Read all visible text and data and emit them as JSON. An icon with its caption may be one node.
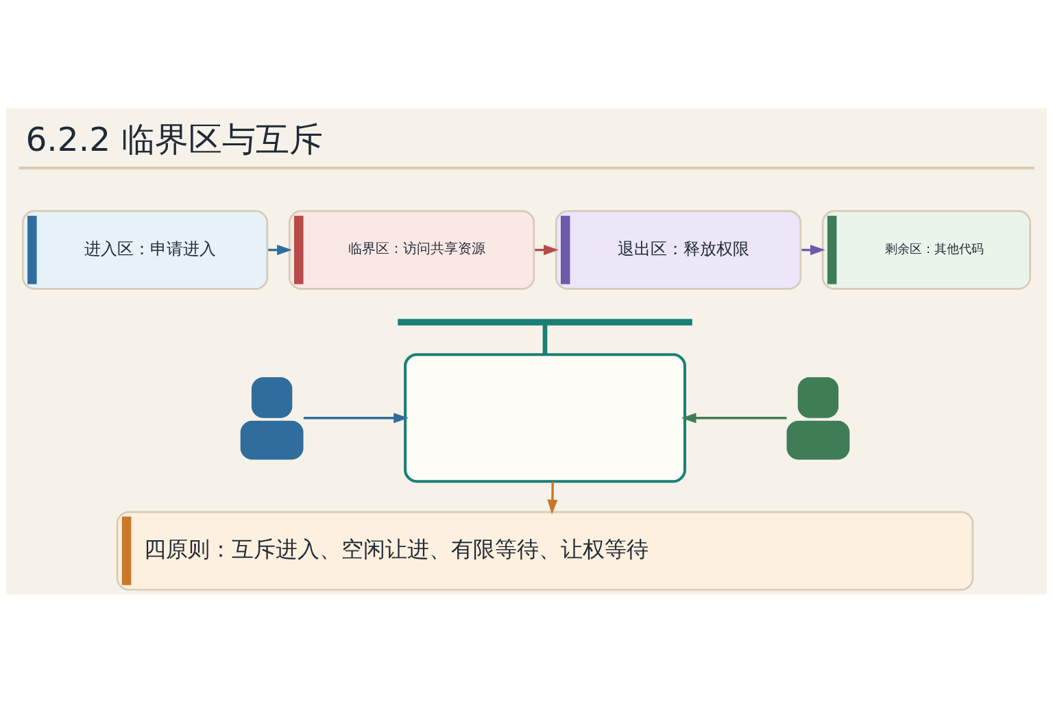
{
  "diagram": {
    "title": "6.2.2 临界区与互斥",
    "nodes": [
      {
        "text": [
          "进入区：申请进入"
        ]
      },
      {
        "text": [
          "临界区：访问共享资源"
        ]
      },
      {
        "text": [
          "退出区：释放权限"
        ]
      },
      {
        "text": [
          "剩余区：其他代码"
        ]
      },
      {
        "text": [],
        "shape": "bar"
      },
      {
        "text": [],
        "shape": "person"
      },
      {
        "text": [],
        "shape": "box"
      },
      {
        "text": [],
        "shape": "person"
      },
      {
        "text": [
          "四原则：互斥进入、空闲让进、有限等待、让权等待"
        ]
      }
    ],
    "edges": [
      {
        "from": 0,
        "to": 1,
        "arrow": "to",
        "color": "#2f6d9c"
      },
      {
        "from": 1,
        "to": 2,
        "arrow": "to",
        "color": "#b84a4a"
      },
      {
        "from": 2,
        "to": 3,
        "arrow": "to",
        "color": "#6d5aa8"
      },
      {
        "from": 4,
        "to": 6,
        "arrow": "none",
        "style": "thick",
        "color": "#1a7f74"
      },
      {
        "from": 5,
        "to": 6,
        "arrow": "to",
        "color": "#2f6d9c"
      },
      {
        "from": 7,
        "to": 6,
        "arrow": "to",
        "color": "#3f7d56"
      },
      {
        "from": 6,
        "to": 8,
        "arrow": "to",
        "color": "#c87826"
      }
    ]
  }
}
